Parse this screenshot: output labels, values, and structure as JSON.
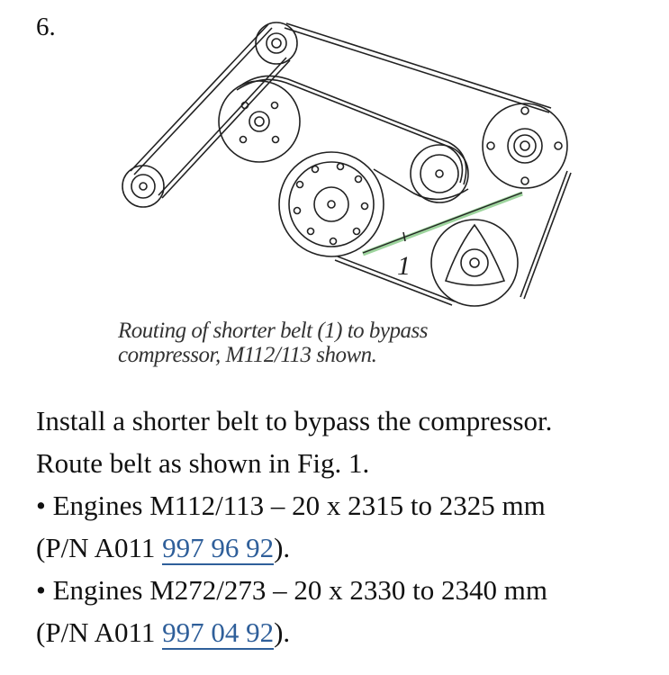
{
  "step_number": "6.",
  "figure": {
    "callout_label": "1",
    "caption_line1": "Routing of shorter belt (1) to bypass",
    "caption_line2": "compressor, M112/113 shown.",
    "highlight_color": "#5cb85c"
  },
  "instructions": {
    "line1": "Install a shorter belt to bypass the compressor.",
    "line2": "Route belt as shown in Fig. 1.",
    "items": [
      {
        "text": "• Engines M112/113 – 20 x 2315 to 2325 mm",
        "pn_prefix": "(P/N A011 ",
        "pn_link": "997 96 92",
        "pn_suffix": ")."
      },
      {
        "text": "• Engines M272/273 – 20 x 2330 to 2340 mm",
        "pn_prefix": "(P/N A011 ",
        "pn_link": "997 04 92",
        "pn_suffix": ")."
      }
    ]
  },
  "link_color": "#2f5f9a"
}
